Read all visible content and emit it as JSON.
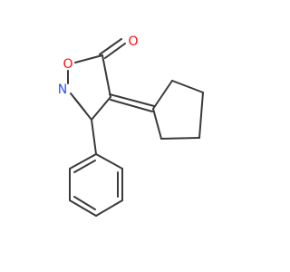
{
  "molecule": {
    "atoms": {
      "oxygen_carbonyl": {
        "symbol": "O",
        "color": "#ff0d0d"
      },
      "oxygen_ring": {
        "symbol": "O",
        "color": "#ff0d0d"
      },
      "nitrogen_ring": {
        "symbol": "N",
        "color": "#3050f8"
      }
    },
    "bond_color": "#3a3a3a"
  }
}
